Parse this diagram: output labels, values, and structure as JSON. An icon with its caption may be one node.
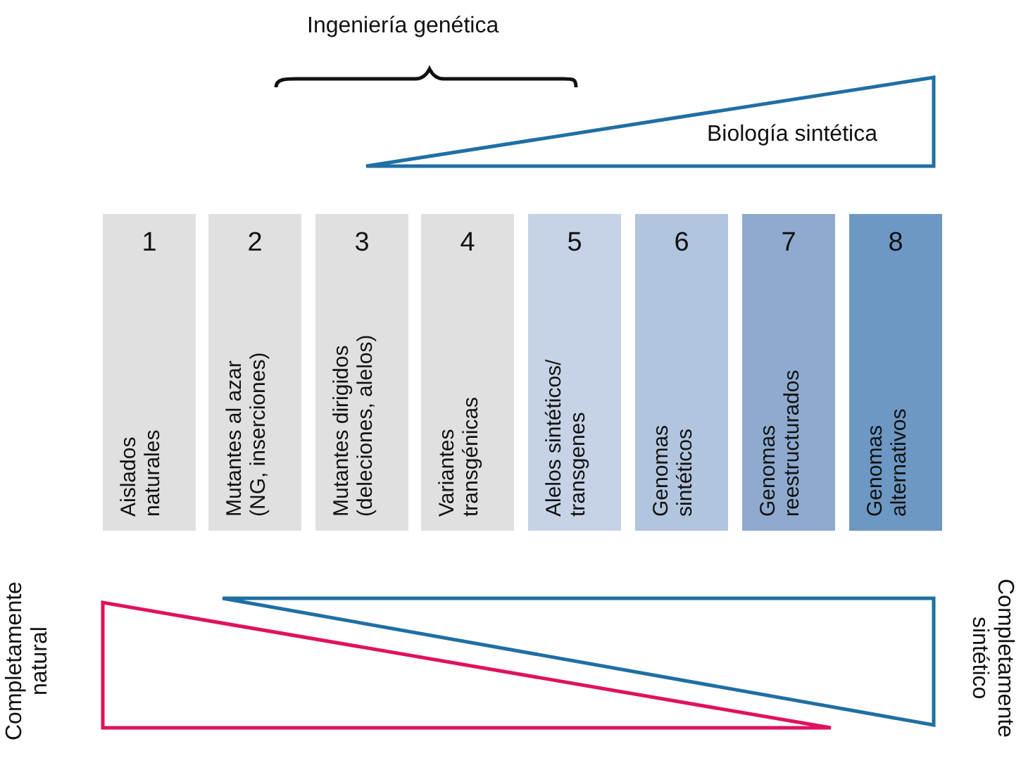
{
  "diagram": {
    "nodes": [
      {
        "text": [
          "1",
          "Aislados naturales"
        ]
      },
      {
        "text": [
          "2",
          "Mutantes al azar (NG, inserciones)"
        ]
      },
      {
        "text": [
          "3",
          "Mutantes dirigidos (deleciones, alelos)"
        ]
      },
      {
        "text": [
          "4",
          "Variantes transgénicas"
        ]
      },
      {
        "text": [
          "5",
          "Alelos sintéticos/ transgenes"
        ]
      },
      {
        "text": [
          "6",
          "Genomas sintéticos"
        ]
      },
      {
        "text": [
          "7",
          "Genomas reestructurados"
        ]
      },
      {
        "text": [
          "8",
          "Genomas alternativos"
        ]
      }
    ],
    "edges": [],
    "labels": [
      "Ingeniería genética",
      "Biología sintética",
      "Completamente natural",
      "Completamente sintético"
    ]
  }
}
